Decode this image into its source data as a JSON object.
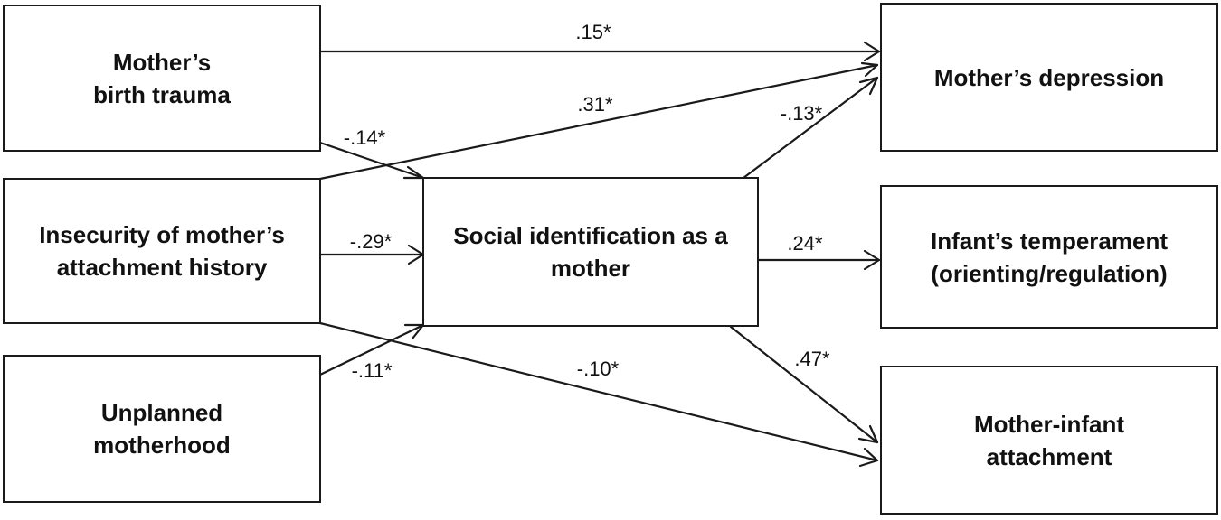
{
  "nodes": {
    "birth_trauma": {
      "lines": [
        "Mother’s",
        "birth trauma"
      ]
    },
    "attachment_history": {
      "lines": [
        "Insecurity of mother’s",
        "attachment history"
      ]
    },
    "unplanned": {
      "lines": [
        "Unplanned",
        "motherhood"
      ]
    },
    "social_identification": {
      "lines": [
        "Social identification as a",
        "mother"
      ]
    },
    "depression": {
      "lines": [
        "Mother’s depression"
      ]
    },
    "temperament": {
      "lines": [
        "Infant’s temperament",
        "(orienting/regulation)"
      ]
    },
    "mother_infant": {
      "lines": [
        "Mother-infant",
        "attachment"
      ]
    }
  },
  "paths": [
    {
      "from": "Mother’s birth trauma",
      "to": "Mother’s depression",
      "coefficient": ".15*"
    },
    {
      "from": "Insecurity of mother’s attachment history",
      "to": "Mother’s depression",
      "coefficient": ".31*"
    },
    {
      "from": "Mother’s birth trauma",
      "to": "Social identification as a mother",
      "coefficient": "-.14*"
    },
    {
      "from": "Insecurity of mother’s attachment history",
      "to": "Social identification as a mother",
      "coefficient": "-.29*"
    },
    {
      "from": "Unplanned motherhood",
      "to": "Social identification as a mother",
      "coefficient": "-.11*"
    },
    {
      "from": "Insecurity of mother’s attachment history",
      "to": "Mother-infant attachment",
      "coefficient": "-.10*"
    },
    {
      "from": "Social identification as a mother",
      "to": "Mother’s depression",
      "coefficient": "-.13*"
    },
    {
      "from": "Social identification as a mother",
      "to": "Infant’s temperament (orienting/regulation)",
      "coefficient": ".24*"
    },
    {
      "from": "Social identification as a mother",
      "to": "Mother-infant attachment",
      "coefficient": ".47*"
    }
  ]
}
